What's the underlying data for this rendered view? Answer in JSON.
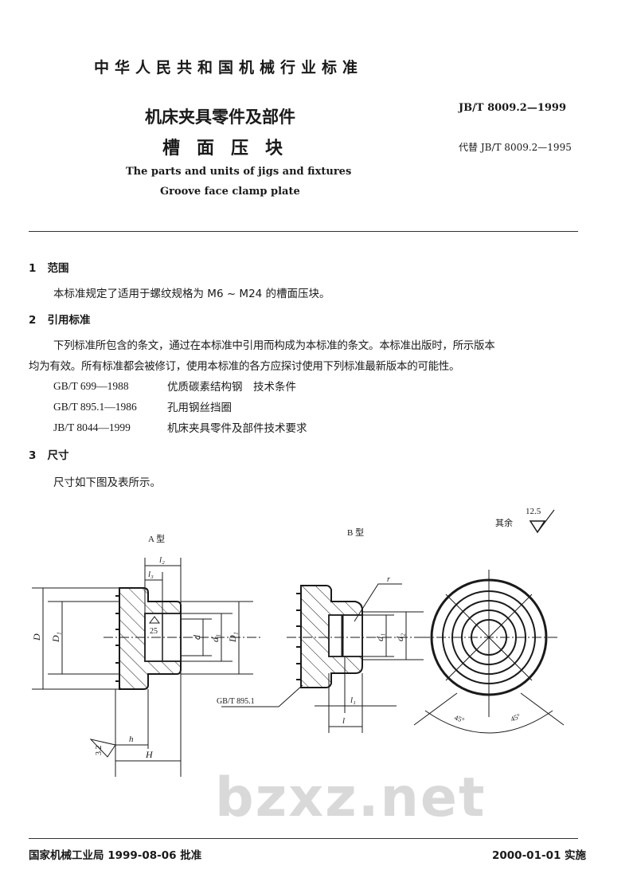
{
  "header": {
    "ministry": "中华人民共和国机械行业标准",
    "title_cn_1": "机床夹具零件及部件",
    "title_cn_2": "槽面压块",
    "title_en_1": "The parts and units of jigs and fixtures",
    "title_en_2": "Groove face clamp plate",
    "standard_number": "JB/T 8009.2—1999",
    "replaces": "代替 JB/T 8009.2—1995",
    "watermark": "bzxz.net"
  },
  "sections": [
    {
      "number": "1",
      "title": "范围",
      "text": "本标准规定了适用于螺纹规格为 M6 ~ M24 的槽面压块。"
    },
    {
      "number": "2",
      "title": "引用标准",
      "text_line1": "下列标准所包含的条文，通过在本标准中引用而构成为本标准的条文。本标准出版时，所示版本",
      "text_line2": "均为有效。所有标准都会被修订，使用本标准的各方应探讨使用下列标准最新版本的可能性。",
      "references": [
        {
          "code": "GB/T 699—1988",
          "title": "优质碳素结构钢　技术条件"
        },
        {
          "code": "GB/T 895.1—1986",
          "title": "孔用钢丝挡圈"
        },
        {
          "code": "JB/T 8044—1999",
          "title": "机床夹具零件及部件技术要求"
        }
      ]
    },
    {
      "number": "3",
      "title": "尺寸",
      "text": "尺寸如下图及表所示。"
    }
  ],
  "drawing": {
    "type_a_label": "A 型",
    "type_b_label": "B 型",
    "remaining_label": "其余",
    "remaining_roughness": "12.5",
    "roughness_a_bore": "25",
    "roughness_a_face": "3.2",
    "dims_a": {
      "l2": "l₂",
      "l3": "l₃",
      "D": "D",
      "D1_left": "D₁",
      "d": "d",
      "d1": "d₁",
      "D1_right": "D₁",
      "h": "h",
      "H": "H"
    },
    "dims_b": {
      "r": "r",
      "d1": "d₁",
      "d2": "d₂",
      "l1": "l₁",
      "l": "l",
      "retaining_ring": "GB/T 895.1"
    },
    "angle_left": "45°",
    "angle_right": "45°"
  },
  "footer": {
    "approval": "国家机械工业局 1999-08-06 批准",
    "implementation": "2000-01-01 实施"
  }
}
